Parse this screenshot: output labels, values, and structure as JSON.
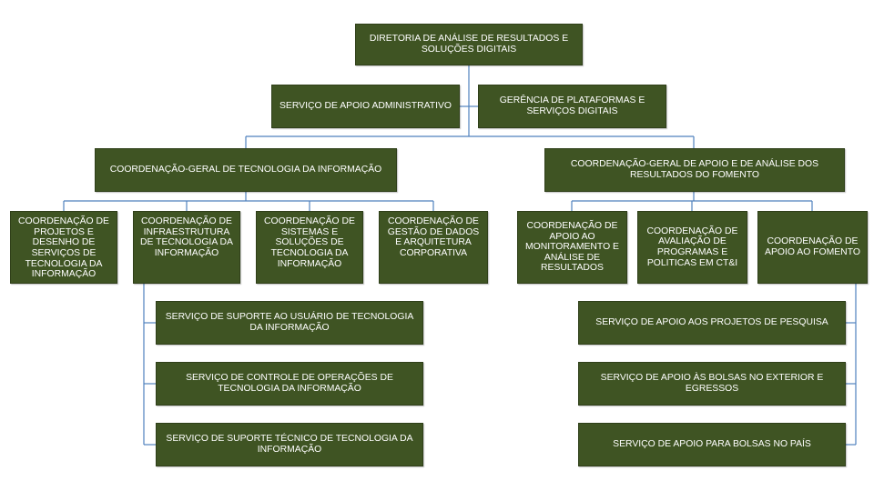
{
  "colors": {
    "box_fill": "#3f5423",
    "box_text": "#ffffff",
    "connector": "#4f81bd"
  },
  "nodes": {
    "root": "DIRETORIA DE ANÁLISE DE RESULTADOS E SOLUÇÕES DIGITAIS",
    "apoio_adm": "SERVIÇO DE APOIO ADMINISTRATIVO",
    "gerencia_plataformas": "GERÊNCIA DE PLATAFORMAS E SERVIÇOS DIGITAIS",
    "cg_ti": "COORDENAÇÃO-GERAL DE TECNOLOGIA DA INFORMAÇÃO",
    "cg_fomento": "COORDENAÇÃO-GERAL DE APOIO E DE ANÁLISE DOS RESULTADOS DO FOMENTO",
    "coord_projetos": "COORDENAÇÃO DE PROJETOS E DESENHO DE SERVIÇOS DE TECNOLOGIA DA INFORMAÇÃO",
    "coord_infra": "COORDENAÇÃO DE INFRAESTRUTURA DE TECNOLOGIA DA INFORMAÇÃO",
    "coord_sistemas": "COORDENAÇÃO DE SISTEMAS E SOLUÇÕES DE TECNOLOGIA DA INFORMAÇÃO",
    "coord_dados": "COORDENAÇÃO DE GESTÃO DE DADOS E ARQUITETURA CORPORATIVA",
    "coord_monitoramento": "COORDENAÇÃO DE APOIO AO MONITORAMENTO E ANÁLISE DE RESULTADOS",
    "coord_avaliacao": "COORDENAÇÃO DE AVALIAÇÃO DE PROGRAMAS E POLITICAS EM CT&I",
    "coord_apoio_fomento": "COORDENAÇÃO DE APOIO AO FOMENTO",
    "serv_suporte_usuario": "SERVIÇO DE SUPORTE AO USUÁRIO DE TECNOLOGIA DA INFORMAÇÃO",
    "serv_controle_operacoes": "SERVIÇO DE CONTROLE DE OPERAÇÕES DE TECNOLOGIA DA INFORMAÇÃO",
    "serv_suporte_tecnico": "SERVIÇO DE SUPORTE TÉCNICO DE TECNOLOGIA DA INFORMAÇÃO",
    "serv_projetos_pesquisa": "SERVIÇO DE APOIO AOS PROJETOS DE PESQUISA",
    "serv_bolsas_exterior": "SERVIÇO DE APOIO ÀS BOLSAS NO EXTERIOR E EGRESSOS",
    "serv_bolsas_pais": "SERVIÇO DE APOIO PARA BOLSAS NO PAÍS"
  }
}
